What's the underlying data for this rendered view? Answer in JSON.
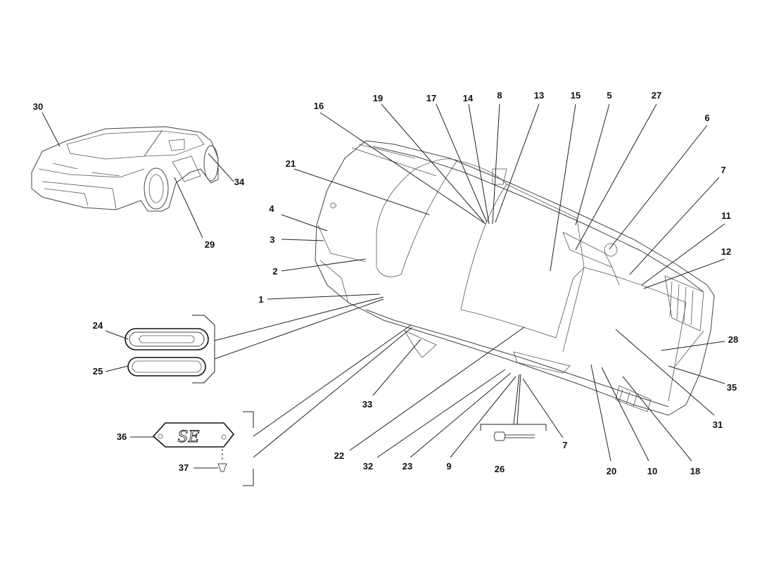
{
  "callouts": {
    "c1": "1",
    "c2": "2",
    "c3": "3",
    "c4": "4",
    "c5": "5",
    "c6": "6",
    "c7a": "7",
    "c7b": "7",
    "c8": "8",
    "c9": "9",
    "c10": "10",
    "c11": "11",
    "c12": "12",
    "c13": "13",
    "c14": "14",
    "c15": "15",
    "c16": "16",
    "c17": "17",
    "c18": "18",
    "c19": "19",
    "c20": "20",
    "c21": "21",
    "c22": "22",
    "c23": "23",
    "c24": "24",
    "c25": "25",
    "c26": "26",
    "c27": "27",
    "c28": "28",
    "c29": "29",
    "c30": "30",
    "c31": "31",
    "c32": "32",
    "c33": "33",
    "c34": "34",
    "c35": "35",
    "c36": "36",
    "c37": "37"
  },
  "badge_text": "SE"
}
